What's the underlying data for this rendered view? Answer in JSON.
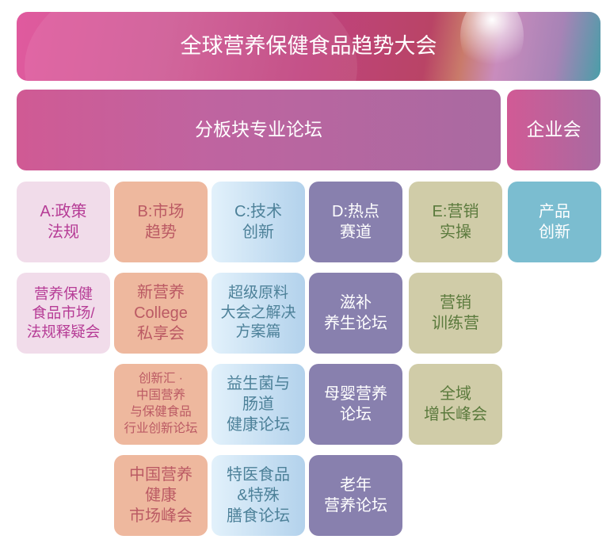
{
  "header": {
    "title": "全球营养保健食品趋势大会"
  },
  "row2": {
    "forums": "分板块专业论坛",
    "corporate": "企业会"
  },
  "categories": [
    {
      "label": "A:政策\n法规"
    },
    {
      "label": "B:市场\n趋势"
    },
    {
      "label": "C:技术\n创新"
    },
    {
      "label": "D:热点\n赛道"
    },
    {
      "label": "E:营销\n实操"
    },
    {
      "label": "产品\n创新"
    }
  ],
  "sessions": {
    "a": [
      "营养保健\n食品市场/\n法规释疑会"
    ],
    "b": [
      "新营养\nCollege\n私享会",
      "创新汇 ·\n中国营养\n与保健食品\n行业创新论坛",
      "中国营养\n健康\n市场峰会"
    ],
    "c": [
      "超级原料\n大会之解决\n方案篇",
      "益生菌与\n肠道\n健康论坛",
      "特医食品\n&特殊\n膳食论坛"
    ],
    "d": [
      "滋补\n养生论坛",
      "母婴营养\n论坛",
      "老年\n营养论坛"
    ],
    "e": [
      "营销\n训练营",
      "全域\n增长峰会"
    ]
  },
  "colors": {
    "a": "#f1dcea",
    "b": "#eeb89e",
    "c": "#b3d2ec",
    "d": "#8880ae",
    "e": "#d0cca8",
    "f": "#7bbdd0"
  }
}
